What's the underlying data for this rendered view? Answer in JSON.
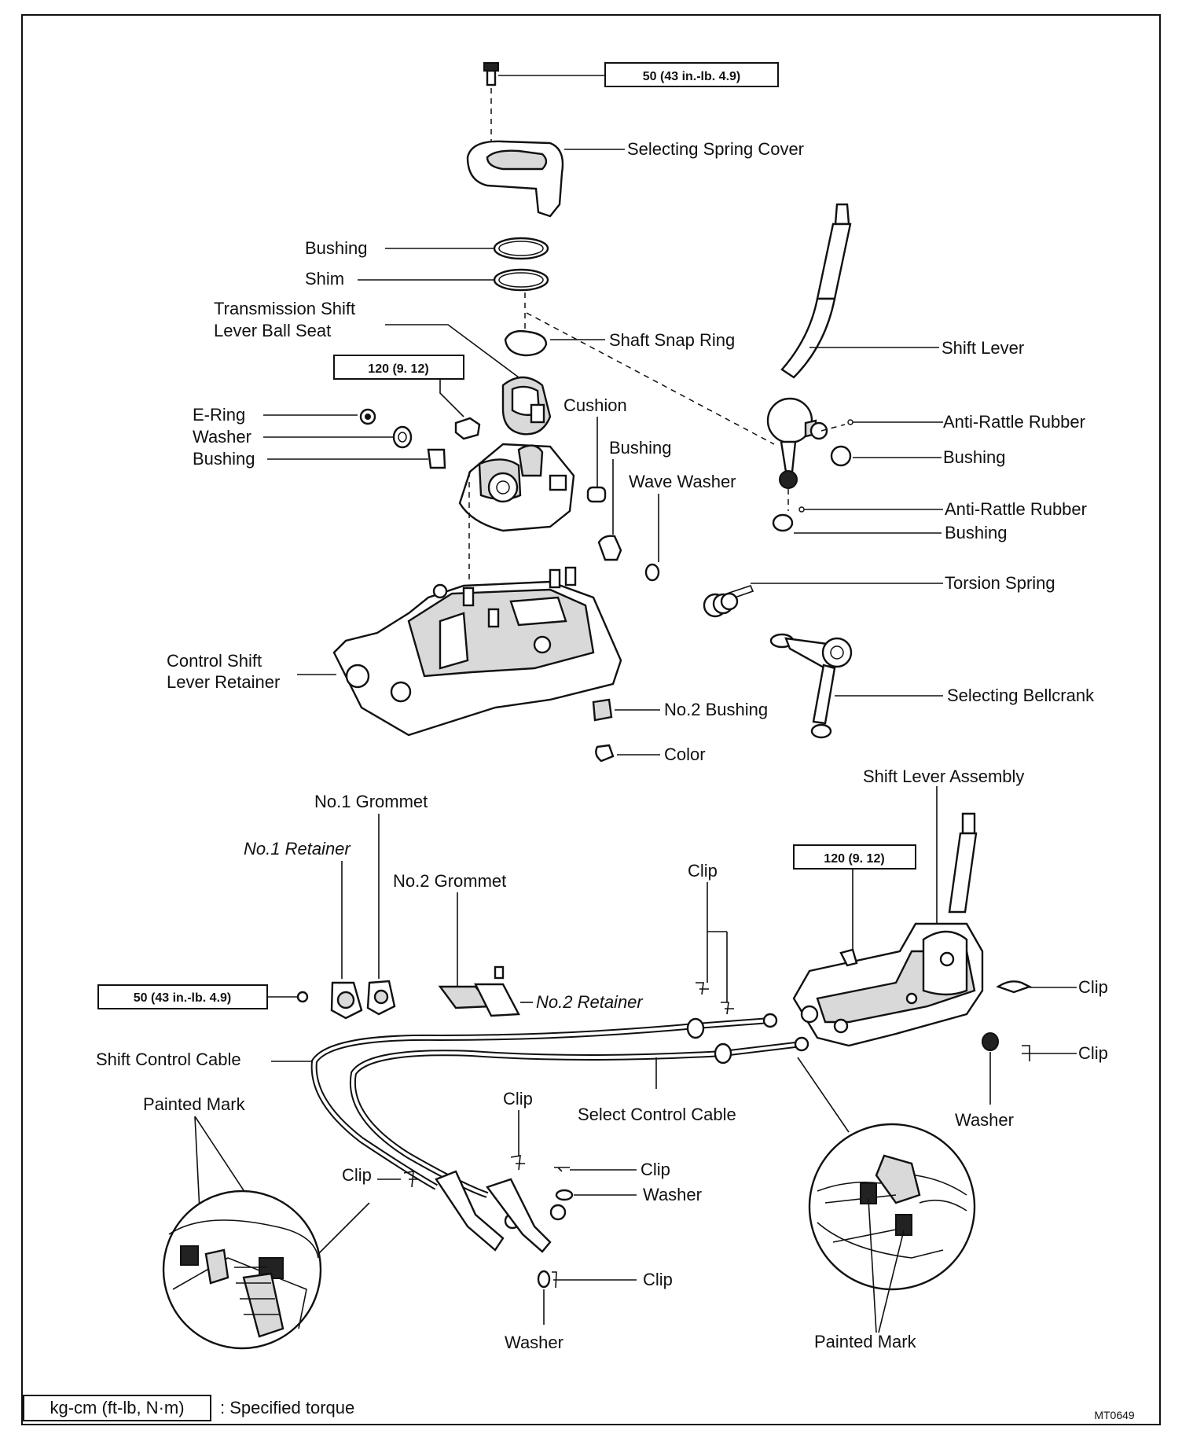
{
  "torque_boxes": {
    "top": "50 (43 in.-lb. 4.9)",
    "retainer_bolt": "120 (9. 12)",
    "assembly_bolt": "120 (9. 12)",
    "grommet": "50 (43 in.-lb. 4.9)"
  },
  "labels": {
    "selecting_spring_cover": "Selecting Spring Cover",
    "bushing_top": "Bushing",
    "shim": "Shim",
    "ball_seat_line1": "Transmission Shift",
    "ball_seat_line2": "Lever Ball Seat",
    "shaft_snap_ring": "Shaft Snap Ring",
    "shift_lever": "Shift Lever",
    "cushion": "Cushion",
    "e_ring": "E-Ring",
    "washer_left": "Washer",
    "bushing_left": "Bushing",
    "bushing_mid": "Bushing",
    "wave_washer": "Wave Washer",
    "anti_rattle_1": "Anti-Rattle Rubber",
    "bushing_right_1": "Bushing",
    "anti_rattle_2": "Anti-Rattle Rubber",
    "bushing_right_2": "Bushing",
    "torsion_spring": "Torsion Spring",
    "retainer_line1": "Control Shift",
    "retainer_line2": "Lever Retainer",
    "selecting_bellcrank": "Selecting Bellcrank",
    "no2_bushing": "No.2 Bushing",
    "color": "Color",
    "shift_lever_assembly": "Shift Lever Assembly",
    "no1_grommet": "No.1 Grommet",
    "no1_retainer": "No.1 Retainer",
    "no2_grommet": "No.2 Grommet",
    "clip_top": "Clip",
    "no2_retainer": "No.2 Retainer",
    "clip_right1": "Clip",
    "shift_control_cable": "Shift Control Cable",
    "clip_right2": "Clip",
    "painted_mark_left": "Painted Mark",
    "clip_mid": "Clip",
    "select_control_cable": "Select Control Cable",
    "washer_right": "Washer",
    "clip_left": "Clip",
    "clip_center": "Clip",
    "washer_center": "Washer",
    "clip_bottom": "Clip",
    "washer_bottom": "Washer",
    "painted_mark_right": "Painted Mark"
  },
  "legend": {
    "unit_box": "kg-cm (ft-lb, N·m)",
    "text": ": Specified torque"
  },
  "figure_code": "MT0649"
}
